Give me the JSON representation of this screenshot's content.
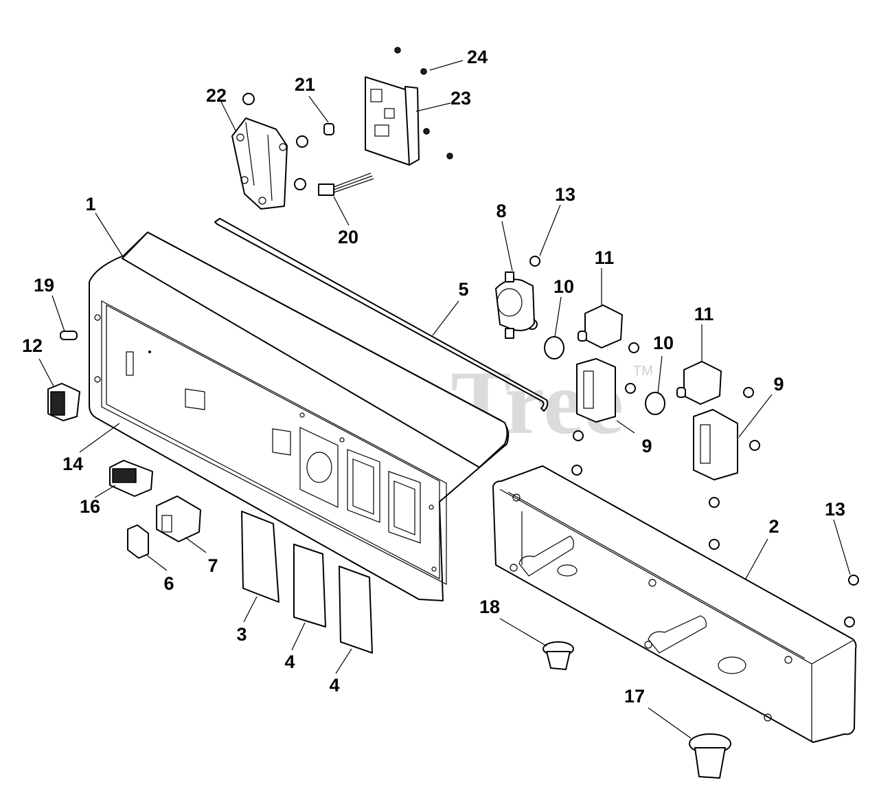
{
  "watermark": {
    "text": "PartsTree",
    "trademark": "TM"
  },
  "callouts": [
    {
      "label": "1"
    },
    {
      "label": "2"
    },
    {
      "label": "3"
    },
    {
      "label": "4"
    },
    {
      "label": "4"
    },
    {
      "label": "5"
    },
    {
      "label": "6"
    },
    {
      "label": "7"
    },
    {
      "label": "8"
    },
    {
      "label": "9"
    },
    {
      "label": "9"
    },
    {
      "label": "10"
    },
    {
      "label": "10"
    },
    {
      "label": "11"
    },
    {
      "label": "11"
    },
    {
      "label": "12"
    },
    {
      "label": "13"
    },
    {
      "label": "13"
    },
    {
      "label": "14"
    },
    {
      "label": "16"
    },
    {
      "label": "17"
    },
    {
      "label": "18"
    },
    {
      "label": "19"
    },
    {
      "label": "20"
    },
    {
      "label": "21"
    },
    {
      "label": "22"
    },
    {
      "label": "23"
    },
    {
      "label": "24"
    }
  ]
}
